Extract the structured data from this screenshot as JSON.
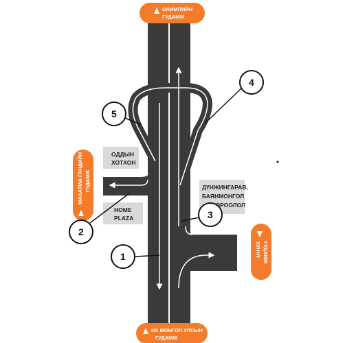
{
  "streets": {
    "top": {
      "line1": "ОЛИМПИЙН",
      "line2": "ГУДАМЖ"
    },
    "bottom": {
      "line1": "ИХ МОНГОЛ УЛСЫН",
      "line2": "ГУДАМЖ"
    },
    "left": {
      "line1": "МАХАТМА ГАНДИЙН",
      "line2": "ГУДАМЖ"
    },
    "right": {
      "line1": "ХҮННҮ",
      "line2": "ГУДАМЖ"
    }
  },
  "places": {
    "oddyn_khotkhon": {
      "line1": "ОДДЫН",
      "line2": "ХОТХОН"
    },
    "home_plaza": {
      "line1": "HOME",
      "line2": "PLAZA"
    },
    "dunjingarav": {
      "line1": "ДҮНЖИНГАРАВ,",
      "line2": "БАЯНМОНГОЛ",
      "line3": "ХОРООЛОЛ"
    }
  },
  "markers": [
    "1",
    "2",
    "3",
    "4",
    "5"
  ],
  "colors": {
    "road": "#3a3a3a",
    "lane_marking": "#ffffff",
    "street_badge": "#f47b29",
    "place_box": "#d9d9d9",
    "marker_fill": "#ffffff",
    "marker_stroke": "#111111"
  }
}
